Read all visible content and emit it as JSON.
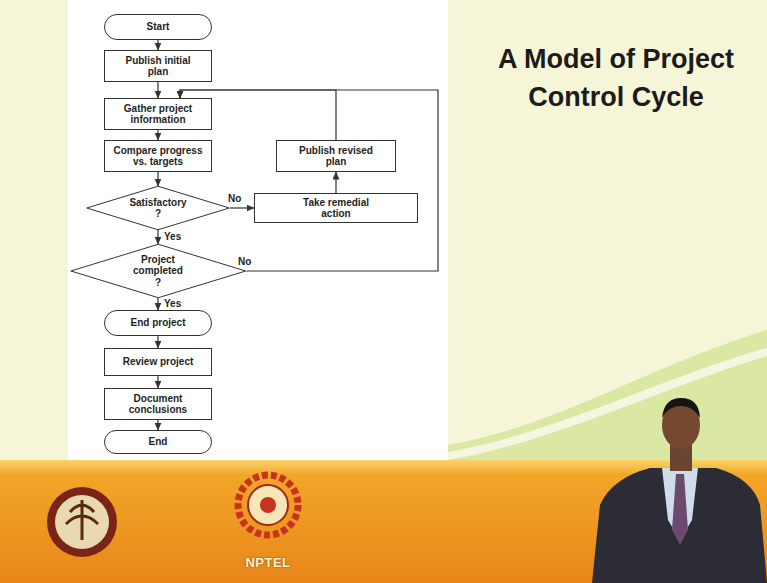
{
  "diagram": {
    "title": "A Model of Project Control Cycle",
    "nodes": [
      {
        "text": [
          "Start"
        ]
      },
      {
        "text": [
          "Publish initial plan"
        ]
      },
      {
        "text": [
          "Gather project information"
        ]
      },
      {
        "text": [
          "Compare progress vs. targets"
        ]
      },
      {
        "text": [
          "Publish revised plan"
        ]
      },
      {
        "text": [
          "Satisfactory ?"
        ]
      },
      {
        "text": [
          "Take remedial action"
        ]
      },
      {
        "text": [
          "Project completed ?"
        ]
      },
      {
        "text": [
          "End project"
        ]
      },
      {
        "text": [
          "Review project"
        ]
      },
      {
        "text": [
          "Document conclusions"
        ]
      },
      {
        "text": [
          "End"
        ]
      }
    ],
    "edges": [
      {
        "from": 0,
        "to": 1,
        "arrow": "to"
      },
      {
        "from": 1,
        "to": 2,
        "arrow": "to"
      },
      {
        "from": 2,
        "to": 3,
        "arrow": "to"
      },
      {
        "from": 3,
        "to": 5,
        "arrow": "to"
      },
      {
        "from": 5,
        "to": 6,
        "label": "No",
        "arrow": "to"
      },
      {
        "from": 6,
        "to": 4,
        "arrow": "to"
      },
      {
        "from": 4,
        "to": 2,
        "arrow": "to"
      },
      {
        "from": 5,
        "to": 7,
        "label": "Yes",
        "arrow": "to"
      },
      {
        "from": 7,
        "to": 2,
        "label": "No",
        "arrow": "to"
      },
      {
        "from": 7,
        "to": 8,
        "label": "Yes",
        "arrow": "to"
      },
      {
        "from": 8,
        "to": 9,
        "arrow": "to"
      },
      {
        "from": 9,
        "to": 10,
        "arrow": "to"
      },
      {
        "from": 10,
        "to": 11,
        "arrow": "to"
      }
    ],
    "labels": [
      "NPTEL"
    ]
  }
}
